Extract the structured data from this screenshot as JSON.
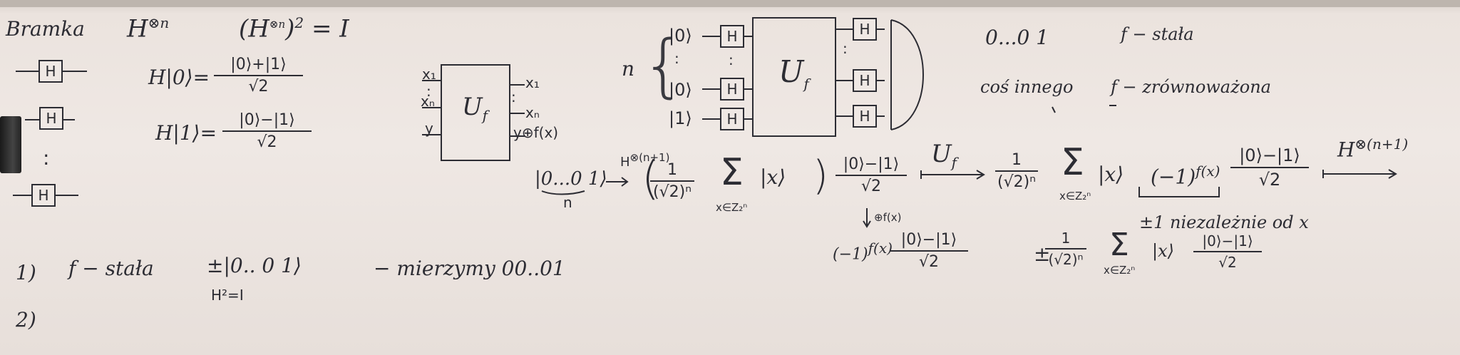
{
  "left": {
    "heading": "Bramka",
    "h_power": "H",
    "h_power_sup": "⊗n",
    "identity": "(H",
    "identity_sup": "⊗n",
    "identity_rest": ")",
    "identity_sq": "2",
    "identity_eq": "= I",
    "gate_label": "H",
    "h0_lhs": "H|0⟩=",
    "h0_num": "|0⟩+|1⟩",
    "h0_den": "√2",
    "h1_lhs": "H|1⟩=",
    "h1_num": "|0⟩−|1⟩",
    "h1_den": "√2",
    "dots": ":"
  },
  "oracle": {
    "label": "U",
    "label_sub": "f",
    "in1": "x₁",
    "in2": ":",
    "in3": "xₙ",
    "in4": "y",
    "out1": "x₁",
    "out2": ":",
    "out3": "xₙ",
    "out4": "y⊕f(x)"
  },
  "circuit": {
    "n_label": "n",
    "ket0_top": "|0⟩",
    "ket0_bottom": "|0⟩",
    "ket1": "|1⟩",
    "vdots": ":",
    "gate_label": "H",
    "uf_label": "U",
    "uf_sub": "f"
  },
  "cases": {
    "c1_lhs": "0...0 1",
    "c1_rhs": "f − stała",
    "c2_lhs": "coś innego",
    "c2_rhs": "f − zrównoważona"
  },
  "derivation": {
    "start": "|0...0 1⟩",
    "start_under": "n",
    "arrow_label": "H",
    "arrow_sup": "⊗(n+1)",
    "coef_num": "1",
    "coef_den": "(√2)ⁿ",
    "sum": "Σ",
    "sum_sub": "x∈Z₂ⁿ",
    "ket_x": "|x⟩",
    "paren_close": ")",
    "state_num": "|0⟩−|1⟩",
    "state_den": "√2",
    "uf_arrow": "U",
    "uf_arrow_sub": "f",
    "coef2_num": "1",
    "coef2_den": "(√2)ⁿ",
    "sum2": "Σ",
    "sum2_sub": "x∈Z₂ⁿ",
    "ket_x2": "|x⟩",
    "phase": "(−1)",
    "phase_sup": "f(x)",
    "state2_num": "|0⟩−|1⟩",
    "state2_den": "√2",
    "final_arrow": "H",
    "final_sup": "⊗(n+1)",
    "note": "±1  niezależnie od  x",
    "down_label": "⊕f(x)",
    "down_phase": "(−1)",
    "down_phase_sup": "f(x)",
    "down_num": "|0⟩−|1⟩",
    "down_den": "√2",
    "pm": "±",
    "coef3_num": "1",
    "coef3_den": "(√2)ⁿ",
    "sum3": "Σ",
    "sum3_sub": "x∈Z₂ⁿ",
    "ket_x3": "|x⟩",
    "state3_num": "|0⟩−|1⟩",
    "state3_den": "√2"
  },
  "bottom": {
    "item1_num": "1)",
    "item1_text": "f − stała",
    "item1_state": "±|0.. 0 1⟩",
    "item1_note": "H²=I",
    "item1_result": "− mierzymy  00..01",
    "item2_num": "2)"
  }
}
